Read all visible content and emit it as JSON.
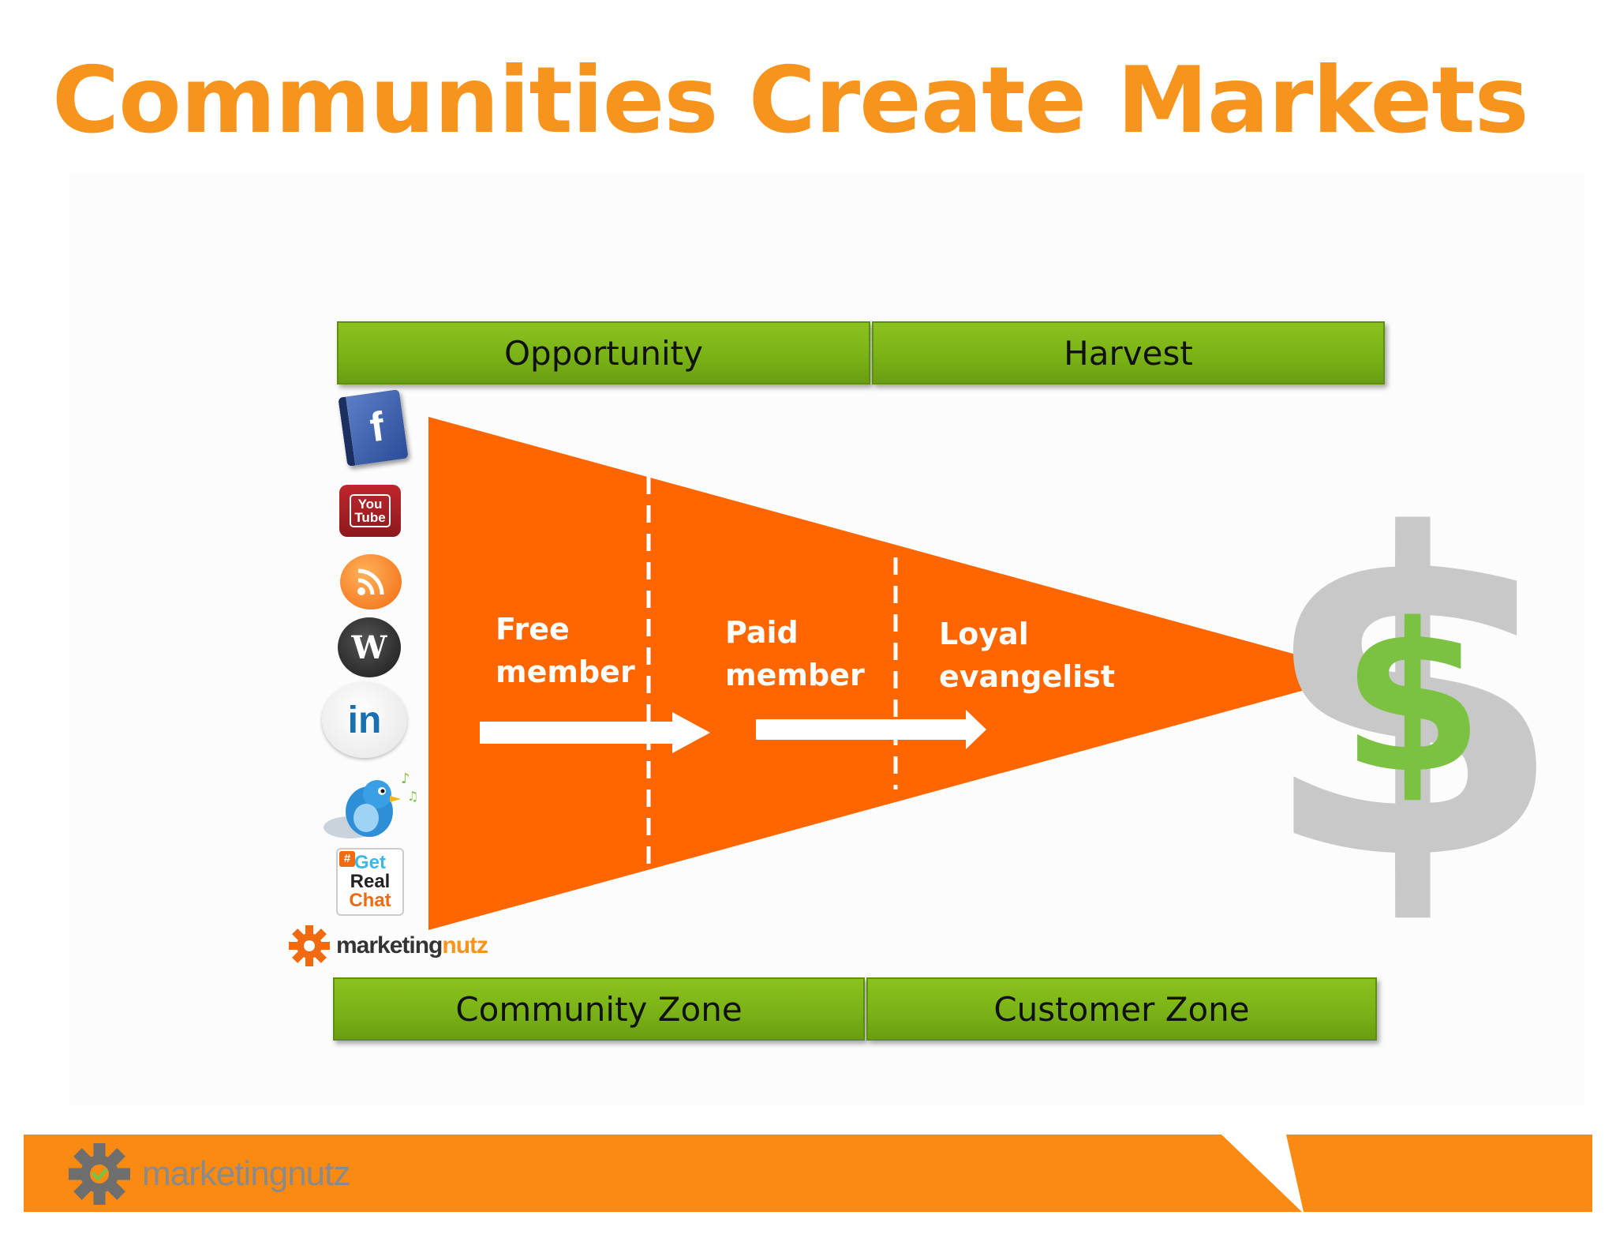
{
  "slide": {
    "title": "Communities Create Markets"
  },
  "zones": {
    "top": [
      "Opportunity",
      "Harvest"
    ],
    "bottom": [
      "Community Zone",
      "Customer Zone"
    ]
  },
  "stages": [
    {
      "line1": "Free",
      "line2": "member"
    },
    {
      "line1": "Paid",
      "line2": "member"
    },
    {
      "line1": "Loyal",
      "line2": "evangelist"
    }
  ],
  "icons": {
    "facebook": {
      "glyph": "f",
      "name": "facebook-icon"
    },
    "youtube": {
      "line1": "You",
      "line2": "Tube",
      "name": "youtube-icon"
    },
    "rss": {
      "name": "rss-icon"
    },
    "wordpress": {
      "glyph": "W",
      "name": "wordpress-icon"
    },
    "linkedin": {
      "glyph": "in",
      "name": "linkedin-icon"
    },
    "twitter": {
      "name": "twitter-bird-icon"
    },
    "getrealchat": {
      "hash": "#",
      "line1": "Get",
      "line2": "Real",
      "line3": "Chat",
      "name": "getrealchat-icon"
    },
    "dollar": {
      "glyph": "$",
      "name": "dollar-sign-icon"
    }
  },
  "brand": {
    "name_part1": "marketing",
    "name_part2": "nutz",
    "footer_name": "marketingnutz"
  },
  "colors": {
    "title": "#f7941d",
    "funnel": "#ff6600",
    "zone_bar": "#7ab317",
    "footer": "#fb8a13",
    "dollar_back": "#c8c8c8",
    "dollar_front": "#7cc242"
  }
}
